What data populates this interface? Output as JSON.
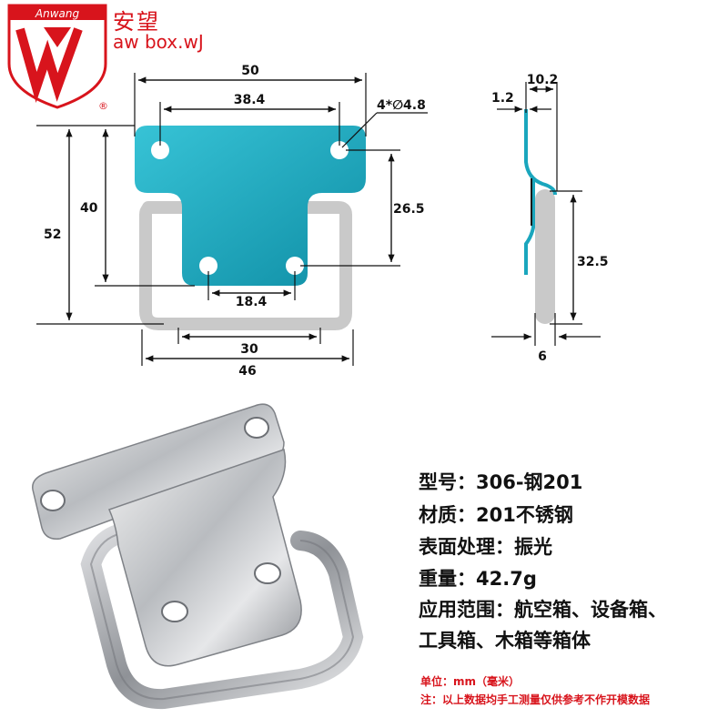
{
  "brand": {
    "logo_text": "Anwang",
    "name_cn": "安望",
    "site": "aw box.wJ",
    "registered_mark": "®"
  },
  "front_view_dims": {
    "overall_width": "50",
    "hole_spacing_top": "38.4",
    "holes": "4*∅4.8",
    "height_outer": "52",
    "height_inner": "40",
    "hole_vertical": "26.5",
    "hole_spacing_bottom": "18.4",
    "ring_inner_width": "30",
    "ring_outer_width": "46"
  },
  "side_view_dims": {
    "depth": "10.2",
    "thickness": "1.2",
    "ring_height": "32.5",
    "ring_wire": "6"
  },
  "specs": {
    "model": "型号：306-钢201",
    "material": "材质：201不锈钢",
    "finish": "表面处理：振光",
    "weight": "重量：42.7g",
    "usage_1": "应用范围：航空箱、设备箱、",
    "usage_2": "工具箱、木箱等箱体"
  },
  "notes": {
    "unit": "单位：mm（毫米）",
    "disclaimer": "注：以上数据均手工测量仅供参考不作开模数据"
  },
  "colors": {
    "brand_red": "#d8141c",
    "plate_teal": "#1aa6bd",
    "ring_gray": "#c9c9c9"
  }
}
